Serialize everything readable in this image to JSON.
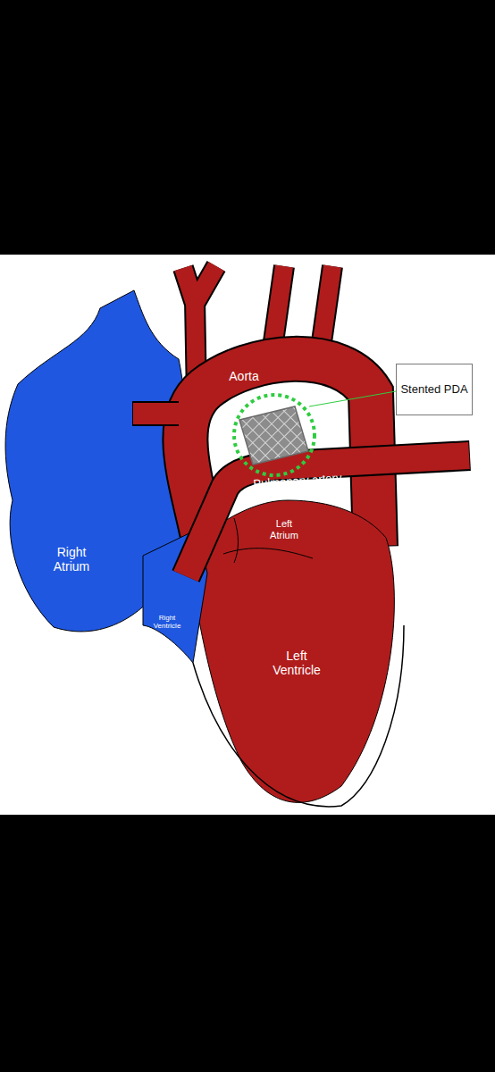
{
  "diagram": {
    "nodes": [
      {
        "text": [
          "Stented PDA"
        ]
      }
    ],
    "labels": [
      "Aorta",
      "Pulmonary artery",
      "Left Atrium",
      "Right Atrium",
      "Right Ventricle",
      "Left Ventricle"
    ]
  }
}
